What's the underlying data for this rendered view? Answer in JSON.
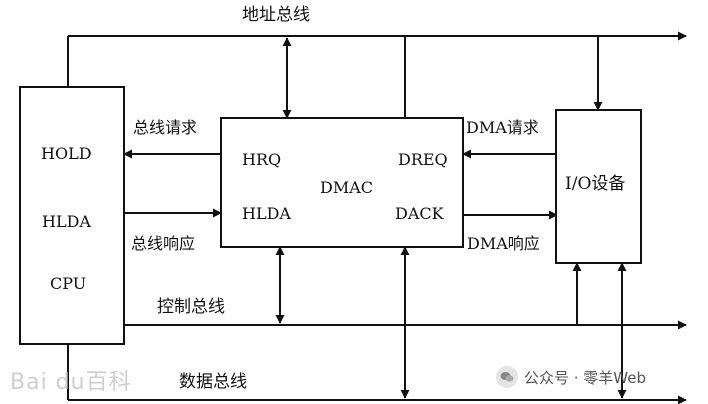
{
  "buses": {
    "address": "地址总线",
    "control": "控制总线",
    "data": "数据总线"
  },
  "cpu": {
    "hold": "HOLD",
    "hlda": "HLDA",
    "name": "CPU"
  },
  "dmac": {
    "name": "DMAC",
    "hrq": "HRQ",
    "hlda": "HLDA",
    "dreq": "DREQ",
    "dack": "DACK"
  },
  "io": {
    "name": "I/O设备"
  },
  "signals": {
    "bus_request": "总线请求",
    "bus_response": "总线响应",
    "dma_request": "DMA请求",
    "dma_response": "DMA响应"
  },
  "watermarks": {
    "left": "Bai du百科",
    "right": "公众号 · 零羊Web"
  },
  "colors": {
    "line": "#111111",
    "watermark": "#cfcfcf"
  }
}
